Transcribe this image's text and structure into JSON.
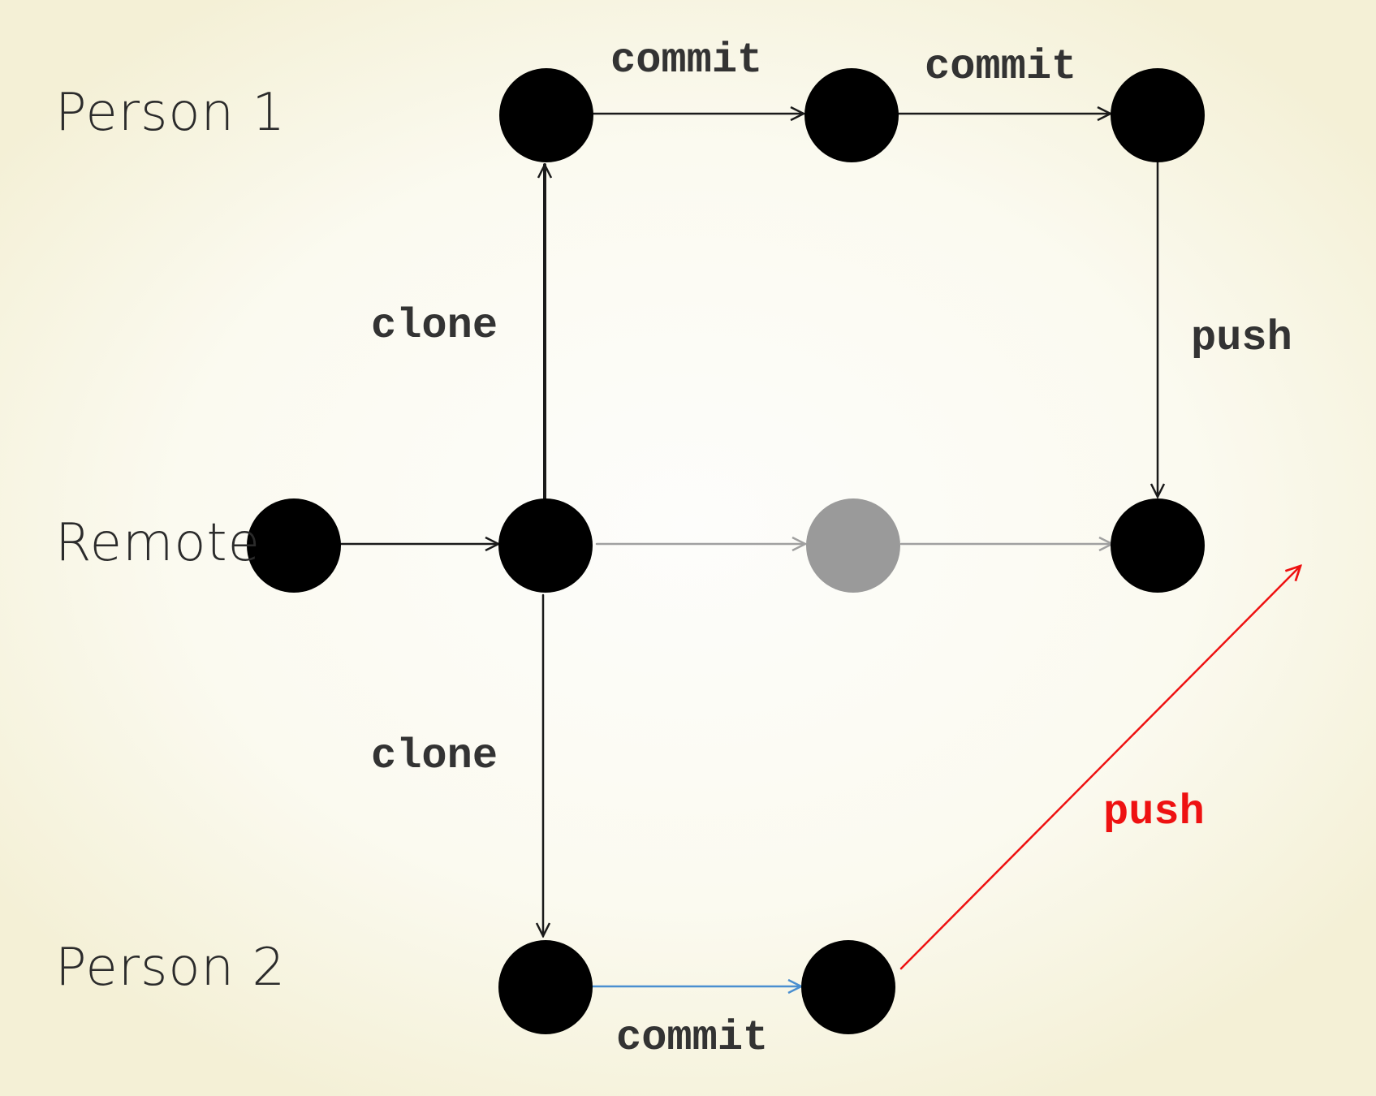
{
  "rows": {
    "person1": "Person 1",
    "remote": "Remote",
    "person2": "Person 2"
  },
  "operations": {
    "person1_commit_1": "commit",
    "person1_commit_2": "commit",
    "clone_to_person1": "clone",
    "push_person1": "push",
    "clone_to_person2": "clone",
    "person2_commit": "commit",
    "push_person2_rejected": "push"
  },
  "colors": {
    "commit_node": "#000000",
    "superseded_node": "#9a9a9a",
    "edge": "#1a1a1a",
    "superseded_edge": "#a0a0a0",
    "person2_commit_edge": "#4a8fd0",
    "rejected_push": "#ee1111"
  }
}
